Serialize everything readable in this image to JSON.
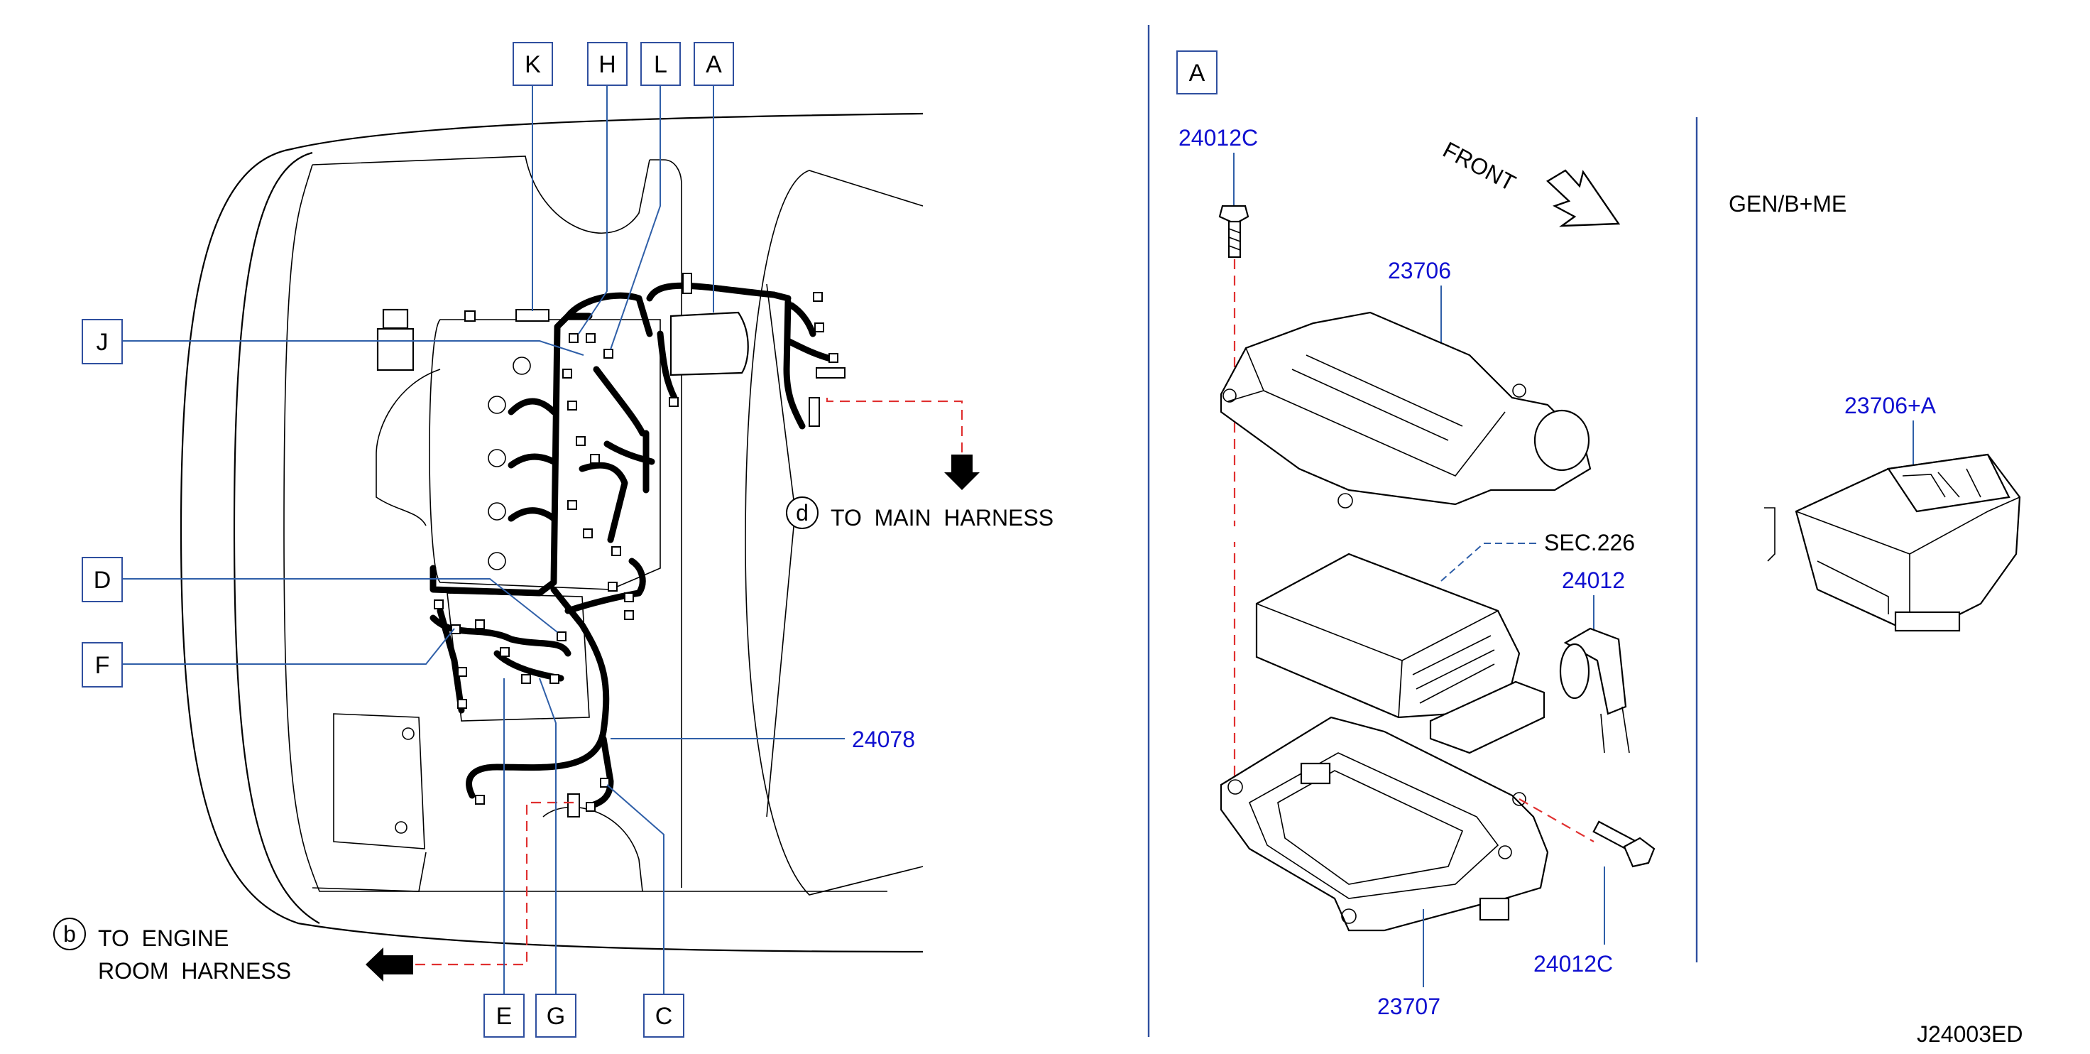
{
  "left_view": {
    "callouts_top": [
      "K",
      "H",
      "L",
      "A"
    ],
    "callouts_left": [
      "J",
      "D",
      "F"
    ],
    "callouts_bottom": [
      "E",
      "G",
      "C"
    ],
    "harness_part": "24078",
    "note_d": {
      "symbol": "d",
      "text": "TO  MAIN  HARNESS"
    },
    "note_b": {
      "symbol": "b",
      "line1": "TO  ENGINE",
      "line2": "ROOM  HARNESS"
    }
  },
  "detail_view": {
    "label": "A",
    "front_label": "FRONT",
    "bolt_top": "24012C",
    "cover": "23706",
    "sec_ref": "SEC.226",
    "harness_connector": "24012",
    "bracket": "23707",
    "bolt_bottom": "24012C"
  },
  "variant_view": {
    "label": "GEN/B+ME",
    "part": "23706+A"
  },
  "footer": {
    "drawing_code": "J24003ED"
  }
}
